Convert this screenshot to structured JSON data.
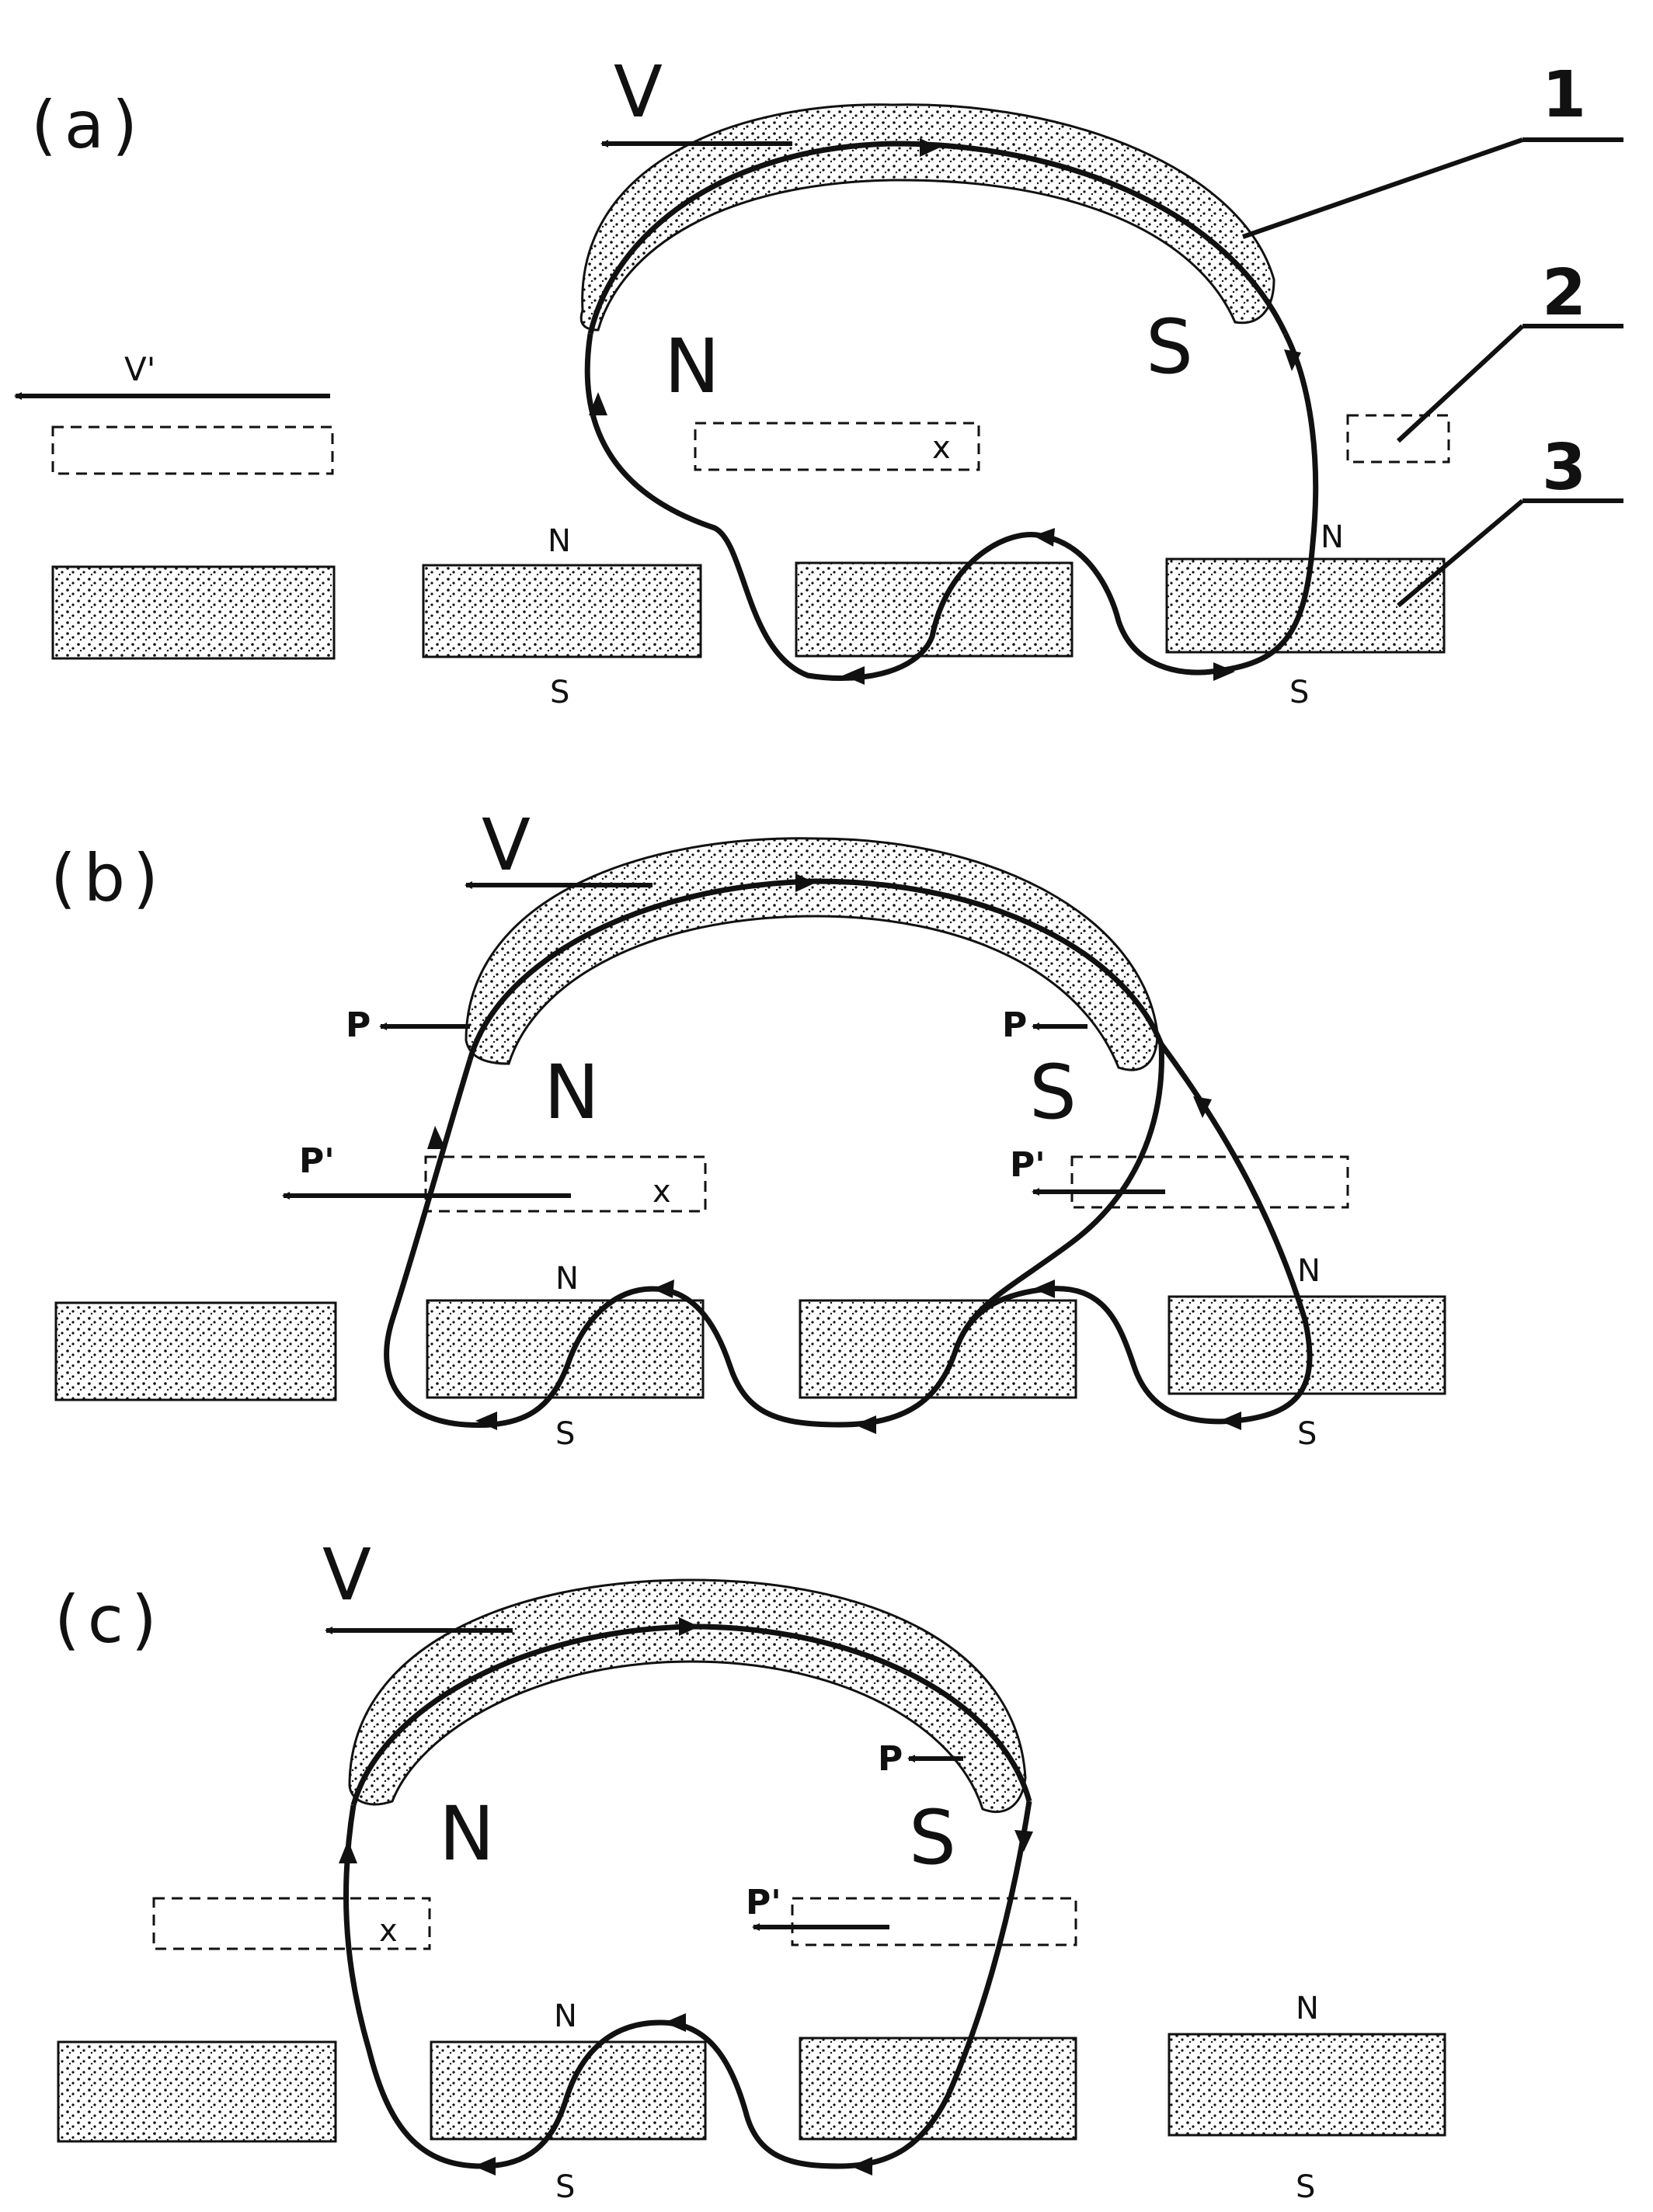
{
  "panels": [
    {
      "label": "(a)",
      "velocity": "V",
      "pole_left": "N",
      "pole_right": "S",
      "secondary_velocity": "V'",
      "marker": "x",
      "rail_north": "N",
      "rail_south": "S",
      "rail2_north": "N",
      "rail2_south": "S"
    },
    {
      "label": "(b)",
      "velocity": "V",
      "pole_left": "N",
      "pole_right": "S",
      "force_left": "P",
      "force_right": "P",
      "force2_left": "P'",
      "force2_right": "P'",
      "marker": "x",
      "rail_north": "N",
      "rail_south": "S",
      "rail2_north": "N",
      "rail2_south": "S"
    },
    {
      "label": "(c)",
      "velocity": "V",
      "pole_left": "N",
      "pole_right": "S",
      "force_right": "P",
      "force2_right": "P'",
      "marker": "x",
      "rail_north": "N",
      "rail_south": "S",
      "rail2_north": "N",
      "rail2_south": "S"
    }
  ],
  "callouts": [
    "1",
    "2",
    "3"
  ]
}
